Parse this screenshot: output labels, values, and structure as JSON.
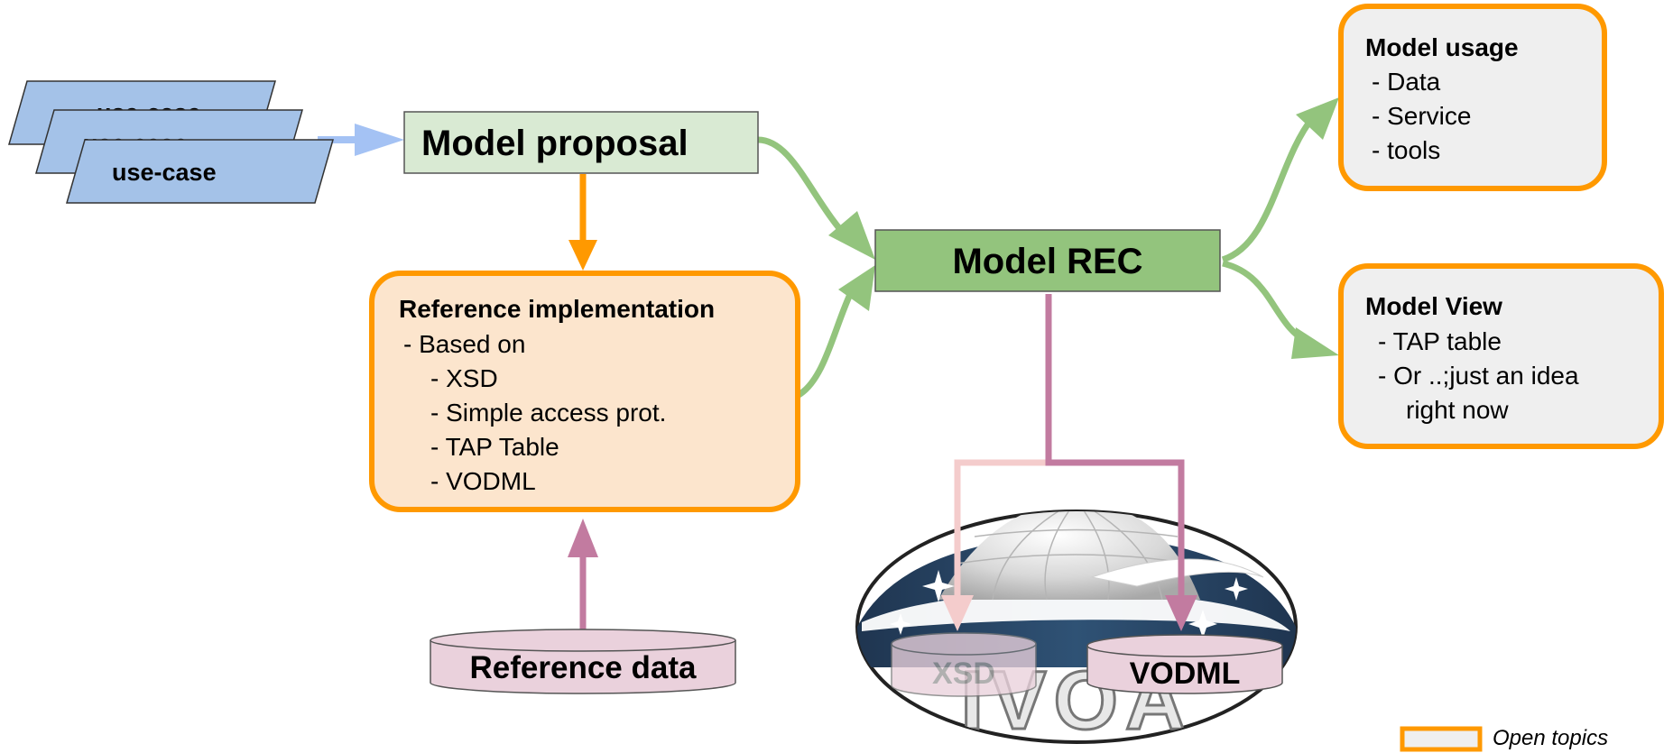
{
  "usecases": [
    "use-case",
    "use-case",
    "use-case"
  ],
  "proposal": {
    "title": "Model proposal"
  },
  "refimpl": {
    "title": "Reference implementation",
    "items": [
      "-  Based on",
      "-  XSD",
      "-  Simple access prot.",
      "-  TAP Table",
      "-  VODML"
    ]
  },
  "rec": {
    "title": "Model REC"
  },
  "usage": {
    "title": "Model usage",
    "items": [
      "-  Data",
      "-  Service",
      "-  tools"
    ]
  },
  "view": {
    "title": "Model View",
    "items": [
      "-  TAP table",
      "-  Or ..;just an idea",
      "right now"
    ]
  },
  "refdata": {
    "label": "Reference data"
  },
  "xsd": {
    "label": "XSD"
  },
  "vodml": {
    "label": "VODML"
  },
  "logo": {
    "text": "IVOA"
  },
  "legend": {
    "label": "Open topics"
  },
  "colors": {
    "usecase_fill": "#a4c2e8",
    "proposal_fill": "#d9ead3",
    "rec_fill": "#93c47d",
    "orange": "#ff9900",
    "refimpl_fill": "#fce5cd",
    "grey_fill": "#efefef",
    "green_arrow": "#93c47d",
    "pink": "#c27ba0",
    "pink_light": "#f4cccc",
    "db_fill": "#ead1dc",
    "blue_arrow": "#a4c2f4"
  }
}
